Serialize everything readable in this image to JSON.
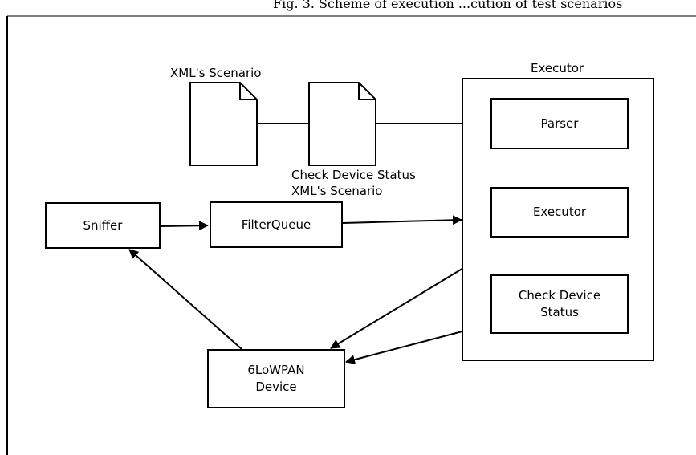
{
  "caption": "Fig. 3. Scheme of execution ...cution of test scenarios",
  "labels": {
    "xml_scenario": "XML's Scenario",
    "check_status_scenario_line1": "Check Device Status",
    "check_status_scenario_line2": "XML's Scenario",
    "executor_container_title": "Executor"
  },
  "boxes": {
    "parser": "Parser",
    "executor": "Executor",
    "check_device_status_line1": "Check Device",
    "check_device_status_line2": "Status",
    "sniffer": "Sniffer",
    "filter_queue": "FilterQueue",
    "device_line1": "6LoWPAN",
    "device_line2": "Device"
  },
  "colors": {
    "stroke": "#000000",
    "background": "#ffffff"
  }
}
